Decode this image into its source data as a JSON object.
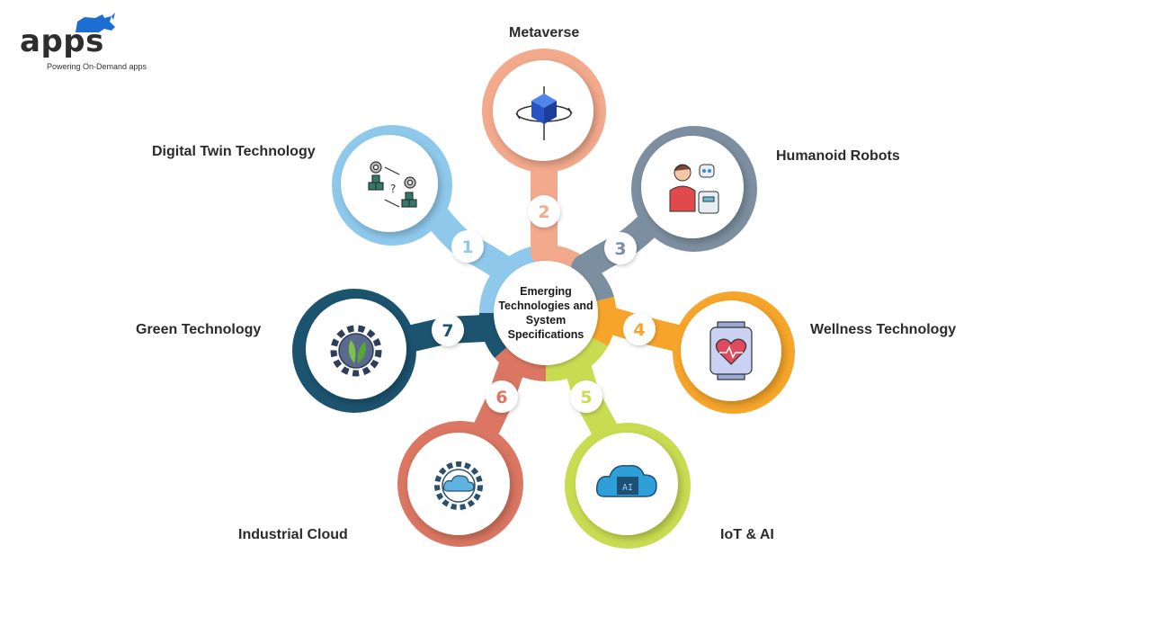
{
  "logo": {
    "wordmark": "apps",
    "tagline": "Powering On-Demand apps",
    "brand_color": "#1c6fd1"
  },
  "center": {
    "title": "Emerging Technologies and System Specifications"
  },
  "items": [
    {
      "number": "1",
      "label": "Digital Twin Technology",
      "color": "#8ec9ec",
      "icon": "digital-twin-icon"
    },
    {
      "number": "2",
      "label": "Metaverse",
      "color": "#f2a98c",
      "icon": "metaverse-cube-icon"
    },
    {
      "number": "3",
      "label": "Humanoid Robots",
      "color": "#7c8fa0",
      "icon": "humanoid-robot-icon"
    },
    {
      "number": "4",
      "label": "Wellness Technology",
      "color": "#f6a52a",
      "icon": "smartwatch-heart-icon"
    },
    {
      "number": "5",
      "label": "IoT & AI",
      "color": "#c8dc52",
      "icon": "ai-chip-cloud-icon"
    },
    {
      "number": "6",
      "label": "Industrial Cloud",
      "color": "#da7661",
      "icon": "cloud-gear-icon"
    },
    {
      "number": "7",
      "label": "Green Technology",
      "color": "#1c536f",
      "icon": "leaf-gear-icon"
    }
  ]
}
